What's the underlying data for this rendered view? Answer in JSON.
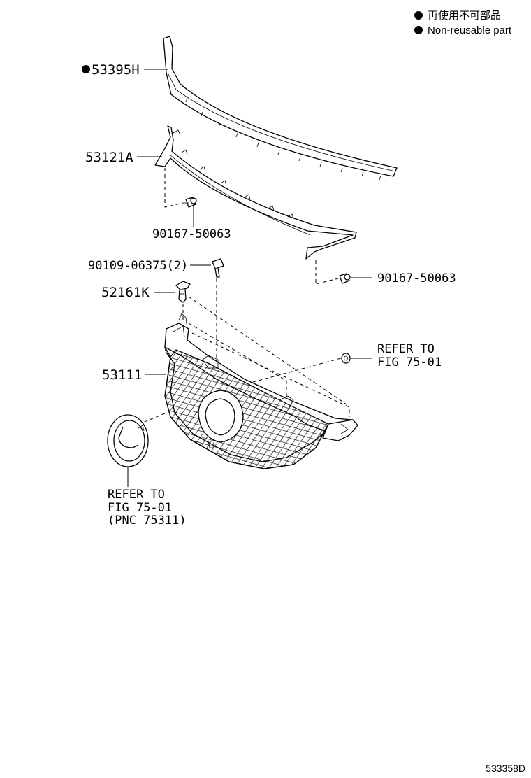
{
  "legend": {
    "line1": "再使用不可部品",
    "line2": "Non-reusable part"
  },
  "callouts": {
    "molding": "53395H",
    "garnish": "53121A",
    "screw_left": "90167-50063",
    "screw_right": "90167-50063",
    "bolt": "90109-06375(2)",
    "clip": "52161K",
    "grille": "53111"
  },
  "refer_right": {
    "line1": "REFER TO",
    "line2": "FIG 75-01"
  },
  "refer_emblem": {
    "line1": "REFER TO",
    "line2": "FIG 75-01",
    "line3": "(PNC 75311)"
  },
  "diagram_code": "533358D"
}
